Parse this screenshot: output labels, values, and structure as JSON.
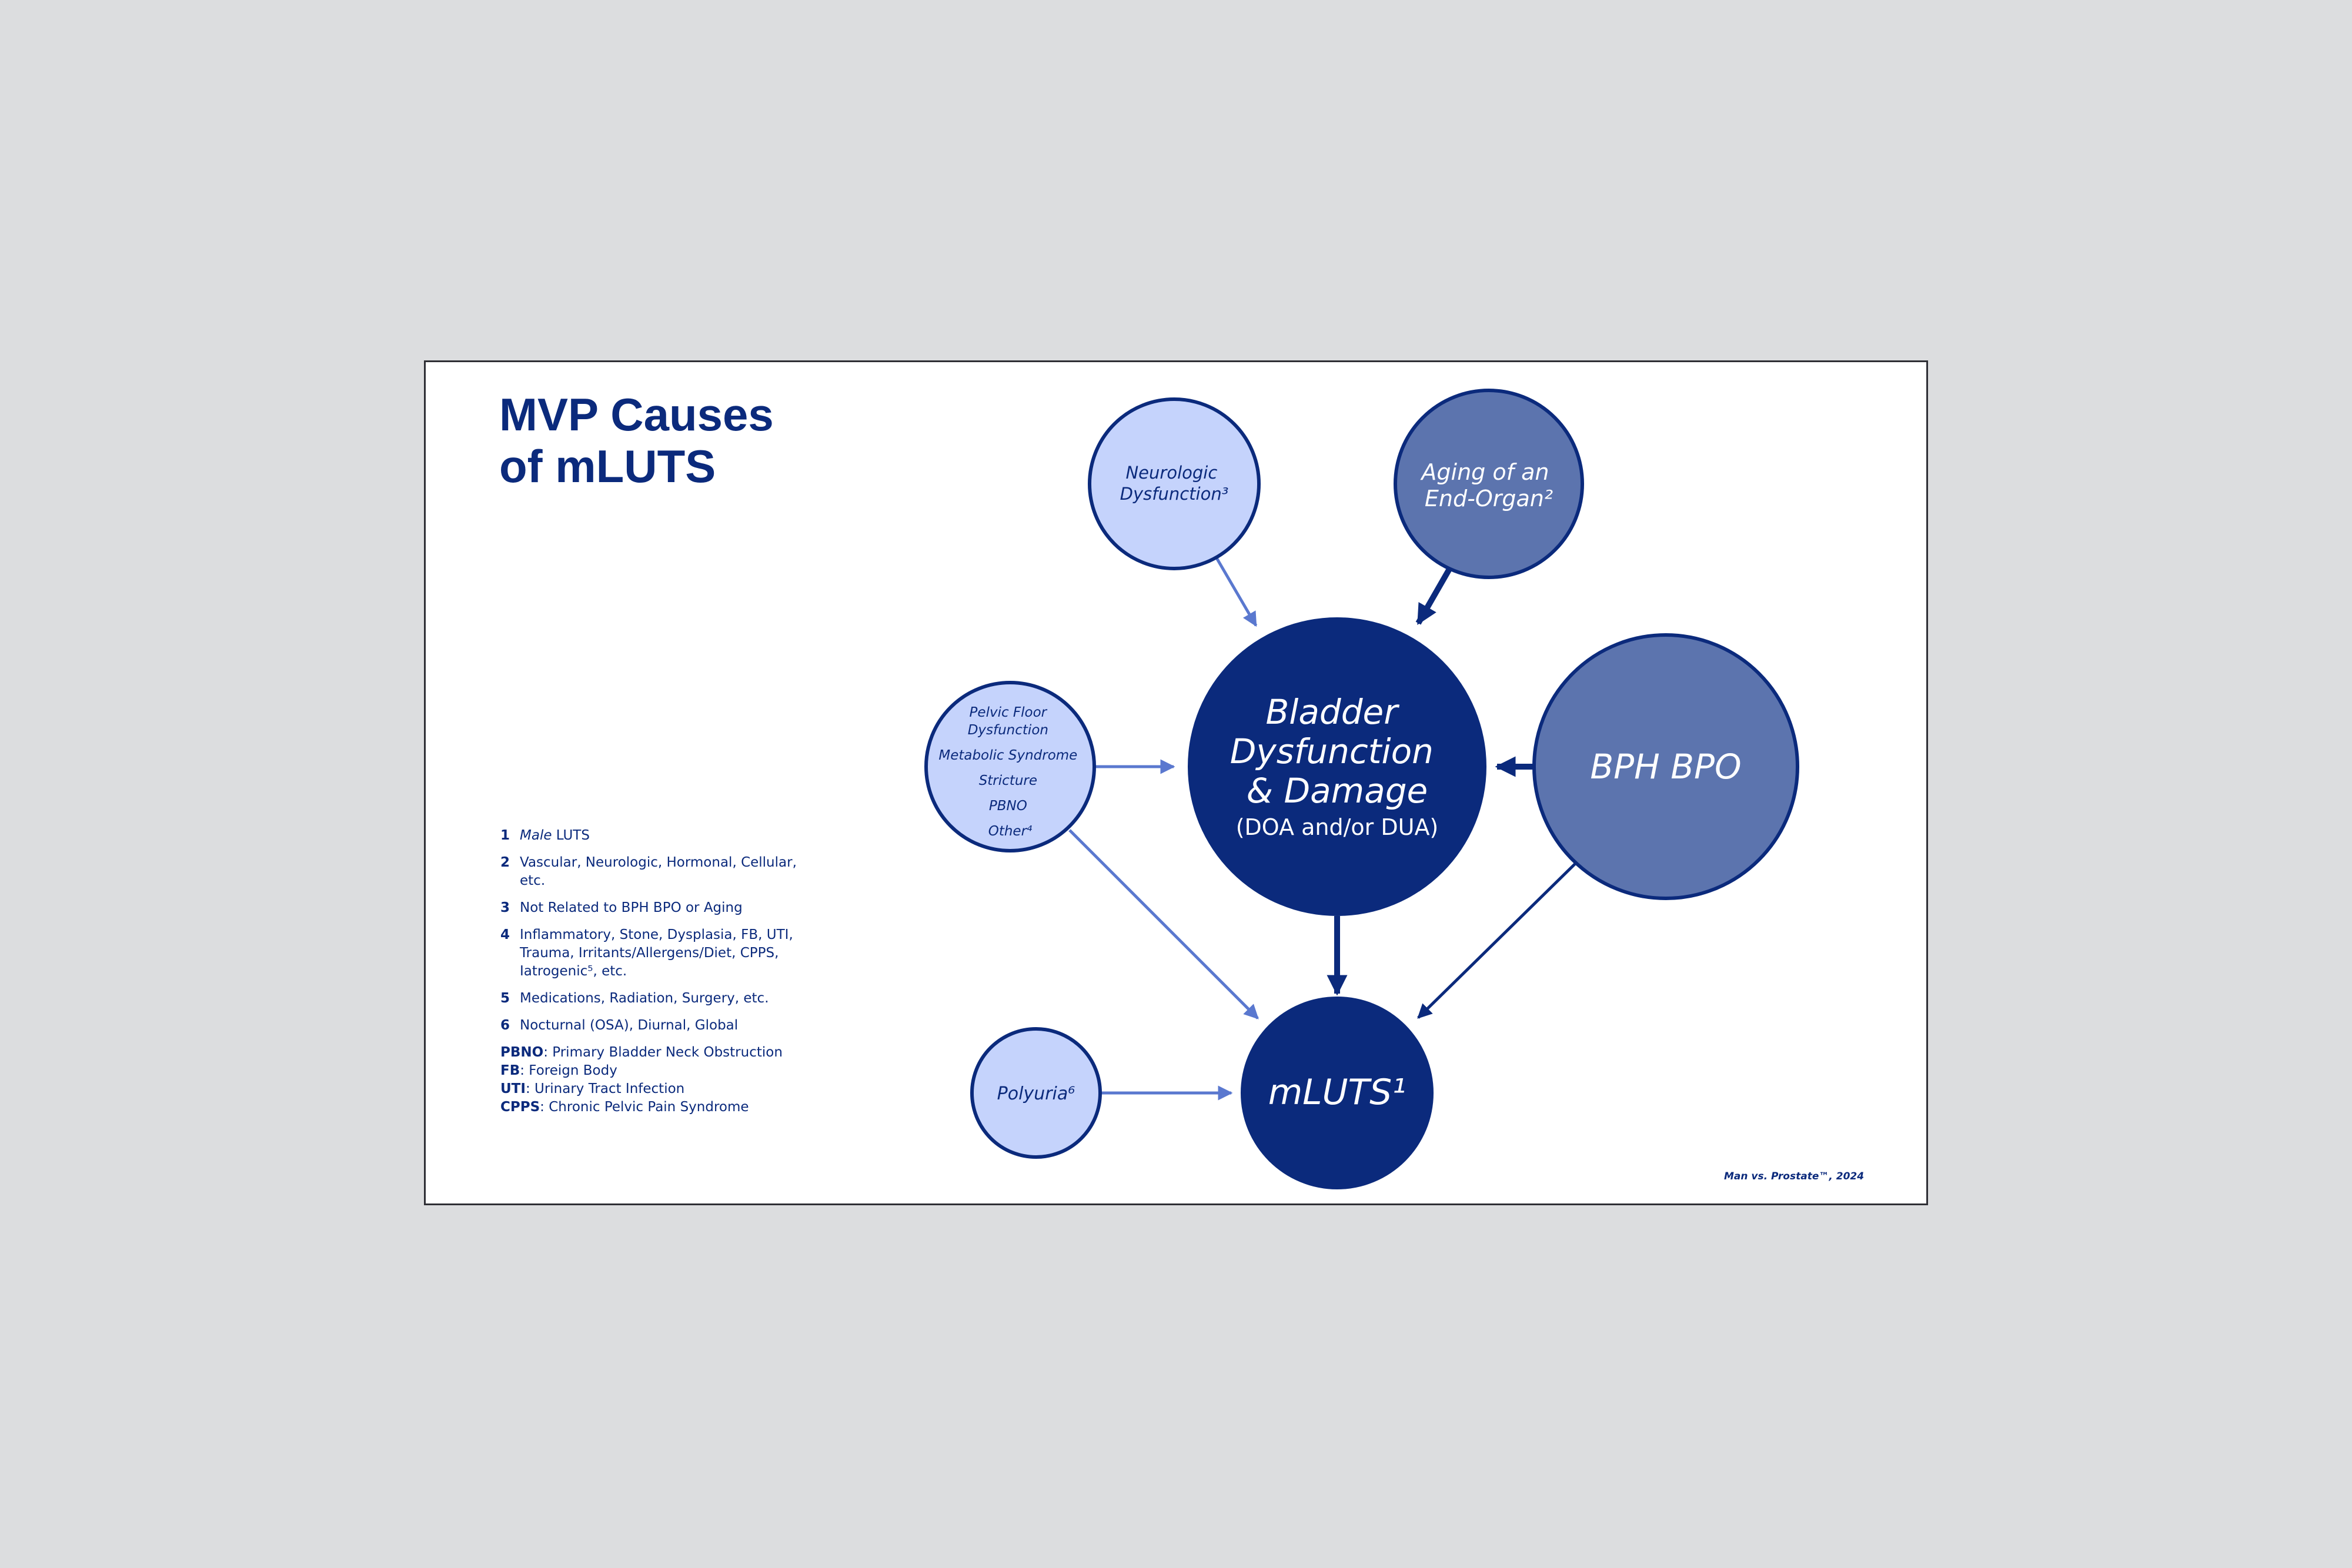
{
  "title": {
    "line1": "MVP Causes",
    "line2": "of mLUTS"
  },
  "colors": {
    "dark": "#0b2a7c",
    "medium": "#5c74ae",
    "light": "#c5d3fc",
    "arrow_light": "#5a78cf",
    "slide_bg": "#ffffff",
    "page_bg": "#dcdddf"
  },
  "nodes": {
    "neurologic": {
      "line1": "Neurologic",
      "line2": "Dysfunction³"
    },
    "aging": {
      "line1": "Aging of an",
      "line2": "End-Organ²"
    },
    "pelvic": {
      "items": [
        "Pelvic Floor",
        "Dysfunction",
        "Metabolic Syndrome",
        "Stricture",
        "PBNO",
        "Other⁴"
      ]
    },
    "bladder": {
      "line1": "Bladder",
      "line2": "Dysfunction",
      "line3": "& Damage",
      "sub": "(DOA and/or DUA)"
    },
    "bph": {
      "label": "BPH BPO"
    },
    "polyuria": {
      "label": "Polyuria⁶"
    },
    "mluts": {
      "label": "mLUTS¹"
    }
  },
  "notes": [
    {
      "num": "1",
      "emph": "Male",
      "text": " LUTS"
    },
    {
      "num": "2",
      "text": "Vascular, Neurologic, Hormonal, Cellular, etc."
    },
    {
      "num": "3",
      "text": "Not Related to BPH BPO or Aging"
    },
    {
      "num": "4",
      "text": "Inflammatory, Stone, Dysplasia, FB, UTI, Trauma, Irritants/Allergens/Diet, CPPS, Iatrogenic⁵, etc."
    },
    {
      "num": "5",
      "text": "Medications, Radiation, Surgery, etc."
    },
    {
      "num": "6",
      "text": "Nocturnal (OSA), Diurnal, Global"
    }
  ],
  "abbreviations": [
    {
      "term": "PBNO",
      "def": ": Primary Bladder Neck Obstruction"
    },
    {
      "term": "FB",
      "def": ": Foreign Body"
    },
    {
      "term": "UTI",
      "def": ": Urinary Tract Infection"
    },
    {
      "term": "CPPS",
      "def": ": Chronic Pelvic Pain Syndrome"
    }
  ],
  "credit": "Man vs. Prostate™, 2024"
}
